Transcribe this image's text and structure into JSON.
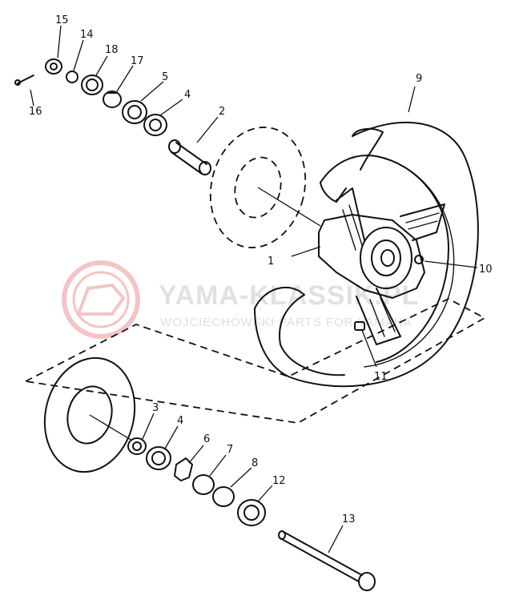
{
  "diagram": {
    "parts": [
      "1",
      "2",
      "3",
      "4",
      "5",
      "6",
      "7",
      "8",
      "9",
      "10",
      "11",
      "12",
      "13",
      "14",
      "15",
      "16",
      "17",
      "18"
    ],
    "watermark": {
      "title": "YAMA-KLASSIK.PL",
      "subtitle": "WOJCIECHOWSKI PARTS FOR YAMAHA",
      "color": "#e05a5a"
    }
  }
}
